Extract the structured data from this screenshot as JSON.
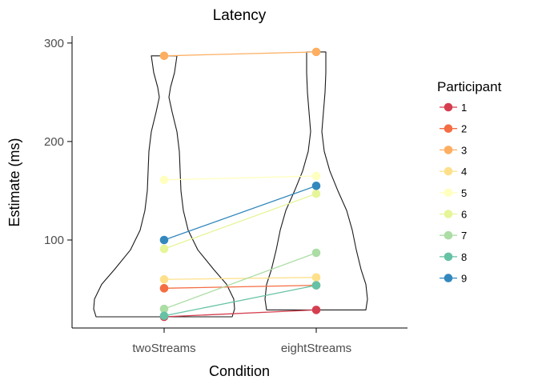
{
  "chart_data": {
    "type": "violin",
    "title": "Latency",
    "xlabel": "Condition",
    "ylabel": "Estimate (ms)",
    "categories": [
      "twoStreams",
      "eightStreams"
    ],
    "y_ticks": [
      100,
      200,
      300
    ],
    "ylim": [
      10,
      305
    ],
    "legend_title": "Participant",
    "legend_position": "right",
    "series": [
      {
        "name": "1",
        "color": "#d53e4f",
        "values": [
          22,
          29
        ]
      },
      {
        "name": "2",
        "color": "#f46d43",
        "values": [
          51,
          54
        ]
      },
      {
        "name": "3",
        "color": "#fdae61",
        "values": [
          287,
          291
        ]
      },
      {
        "name": "4",
        "color": "#fee08b",
        "values": [
          60,
          62
        ]
      },
      {
        "name": "5",
        "color": "#ffffbf",
        "values": [
          161,
          165
        ]
      },
      {
        "name": "6",
        "color": "#e6f598",
        "values": [
          91,
          147
        ]
      },
      {
        "name": "7",
        "color": "#abdda4",
        "values": [
          30,
          87
        ]
      },
      {
        "name": "8",
        "color": "#66c2a5",
        "values": [
          23,
          54
        ]
      },
      {
        "name": "9",
        "color": "#3288bd",
        "values": [
          100,
          155
        ]
      }
    ]
  }
}
